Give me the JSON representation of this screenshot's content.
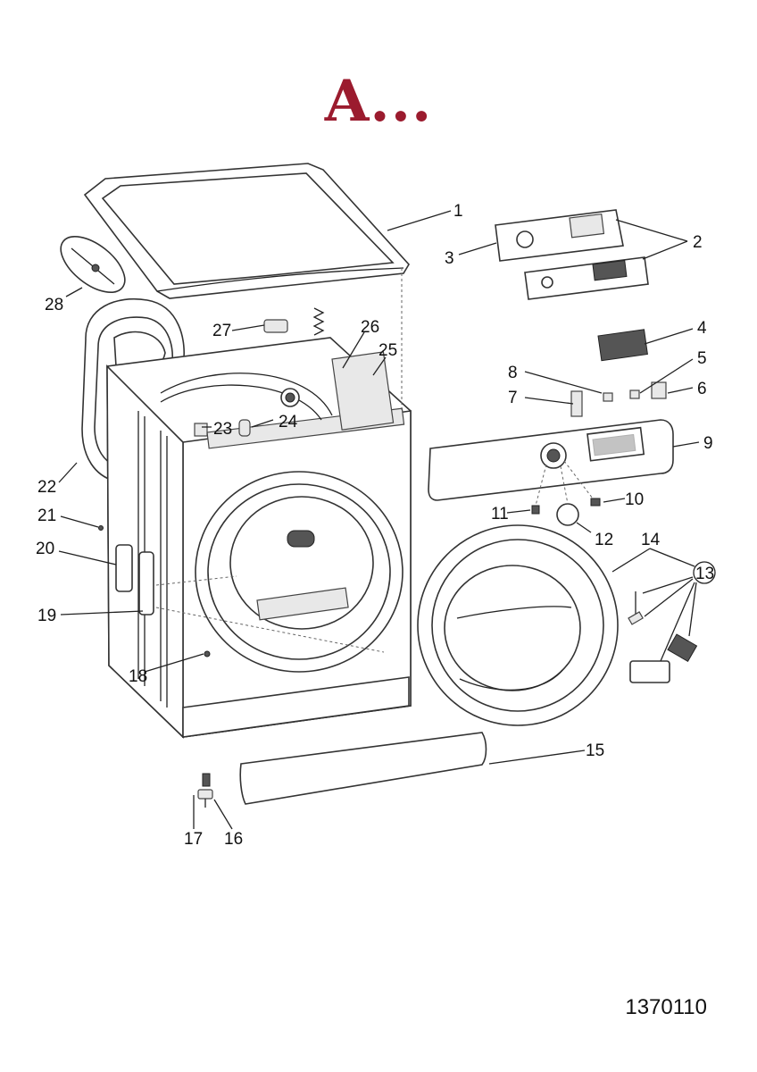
{
  "title": "A...",
  "document_number": "1370110",
  "callouts": [
    "1",
    "2",
    "3",
    "4",
    "5",
    "6",
    "7",
    "8",
    "9",
    "10",
    "11",
    "12",
    "13",
    "14",
    "15",
    "16",
    "17",
    "18",
    "19",
    "20",
    "21",
    "22",
    "23",
    "24",
    "25",
    "26",
    "27",
    "28"
  ],
  "callout_13_circled": true
}
